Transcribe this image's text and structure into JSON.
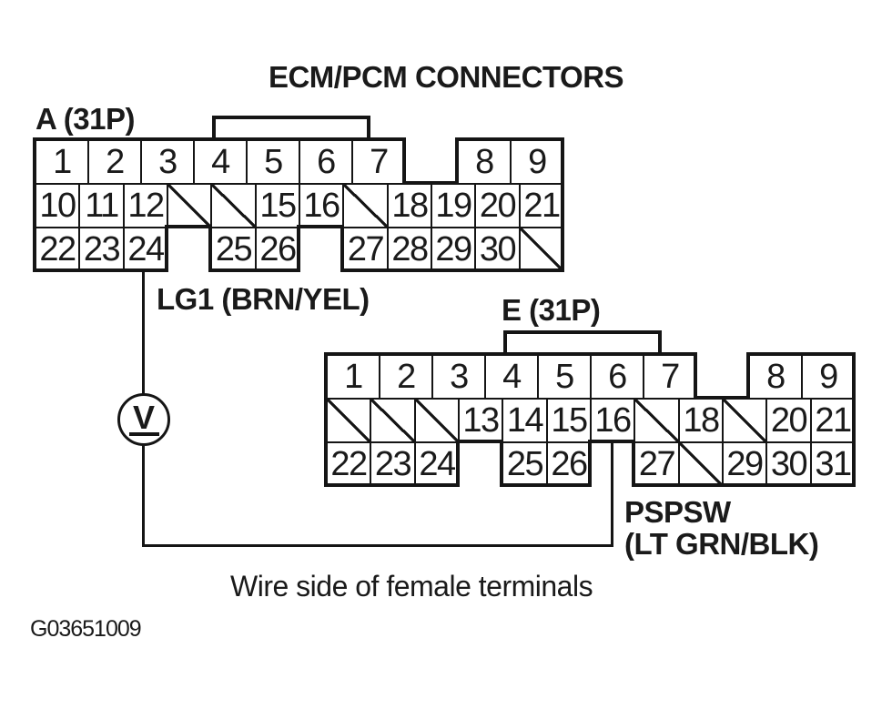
{
  "title": "ECM/PCM CONNECTORS",
  "caption": "Wire side of female terminals",
  "figure_id": "G03651009",
  "ink_color": "#1a1a1a",
  "meter": {
    "symbol": "V",
    "kind": "voltmeter"
  },
  "wire_labels": {
    "lg1": "LG1 (BRN/YEL)",
    "pspsw_line1": "PSPSW",
    "pspsw_line2": "(LT GRN/BLK)"
  },
  "connectors": [
    {
      "name": "A",
      "label": "A (31P)",
      "rows": [
        [
          "1",
          "2",
          "3",
          "4",
          "5",
          "6",
          "7",
          "",
          "8",
          "9"
        ],
        [
          "10",
          "11",
          "12",
          "/",
          "/",
          "15",
          "16",
          "/",
          "18",
          "19",
          "20",
          "21"
        ],
        [
          "22",
          "23",
          "24",
          "",
          "25",
          "26",
          "",
          "27",
          "28",
          "29",
          "30",
          "/"
        ]
      ]
    },
    {
      "name": "E",
      "label": "E (31P)",
      "rows": [
        [
          "1",
          "2",
          "3",
          "4",
          "5",
          "6",
          "7",
          "",
          "8",
          "9"
        ],
        [
          "/",
          "/",
          "/",
          "13",
          "14",
          "15",
          "16",
          "/",
          "18",
          "/",
          "20",
          "21"
        ],
        [
          "22",
          "23",
          "24",
          "",
          "25",
          "26",
          "",
          "27",
          "/",
          "29",
          "30",
          "31"
        ]
      ]
    }
  ]
}
